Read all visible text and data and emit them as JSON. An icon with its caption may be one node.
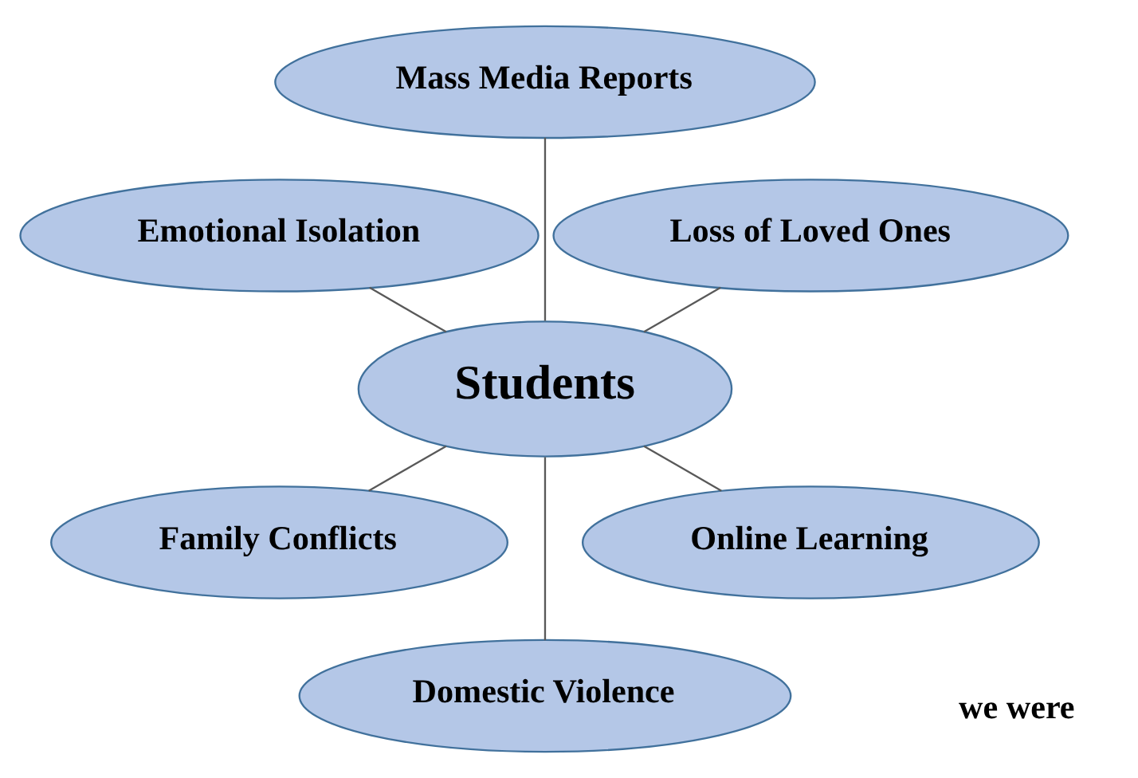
{
  "diagram": {
    "nodes": [
      {
        "text": [
          "Students"
        ]
      },
      {
        "text": [
          "Loss of Loved Ones"
        ]
      },
      {
        "text": [
          "Mass Media Reports"
        ]
      },
      {
        "text": [
          "Emotional Isolation"
        ]
      },
      {
        "text": [
          "Family Conflicts"
        ]
      },
      {
        "text": [
          "Domestic Violence"
        ]
      },
      {
        "text": [
          "Online Learning"
        ]
      }
    ],
    "edges": [
      {
        "from": 0,
        "to": 1,
        "arrow": "none"
      },
      {
        "from": 0,
        "to": 2,
        "arrow": "none"
      },
      {
        "from": 0,
        "to": 3,
        "arrow": "none"
      },
      {
        "from": 0,
        "to": 4,
        "arrow": "none"
      },
      {
        "from": 0,
        "to": 5,
        "arrow": "none"
      },
      {
        "from": 0,
        "to": 6,
        "arrow": "none"
      }
    ],
    "labels": [
      "we were"
    ]
  }
}
